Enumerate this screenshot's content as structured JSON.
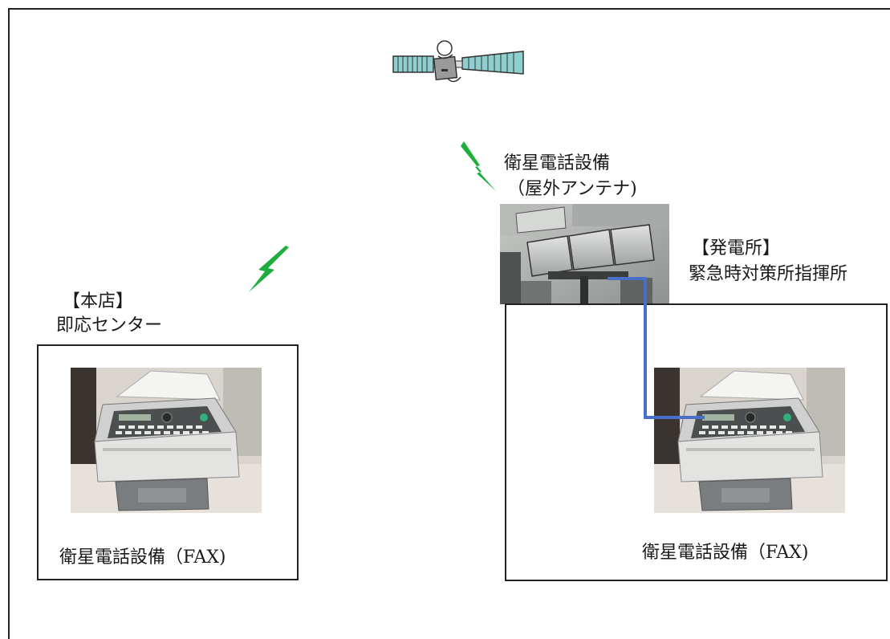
{
  "head_office": {
    "tag": "【本店】",
    "name": "即応センター",
    "device_caption": "衛星電話設備（FAX)"
  },
  "power_station": {
    "tag": "【発電所】",
    "name": "緊急時対策所指揮所",
    "device_caption": "衛星電話設備（FAX)"
  },
  "antenna": {
    "line1": "衛星電話設備",
    "line2": "（屋外アンテナ)"
  },
  "icons": {
    "satellite": "satellite-icon",
    "signal": "lightning-signal-icon",
    "fax": "fax-machine-photo",
    "antenna": "outdoor-antenna-photo"
  },
  "colors": {
    "signal_green": "#1fae3e",
    "cable_blue": "#4a6fc8",
    "satellite_panel": "#7fc4c4"
  }
}
